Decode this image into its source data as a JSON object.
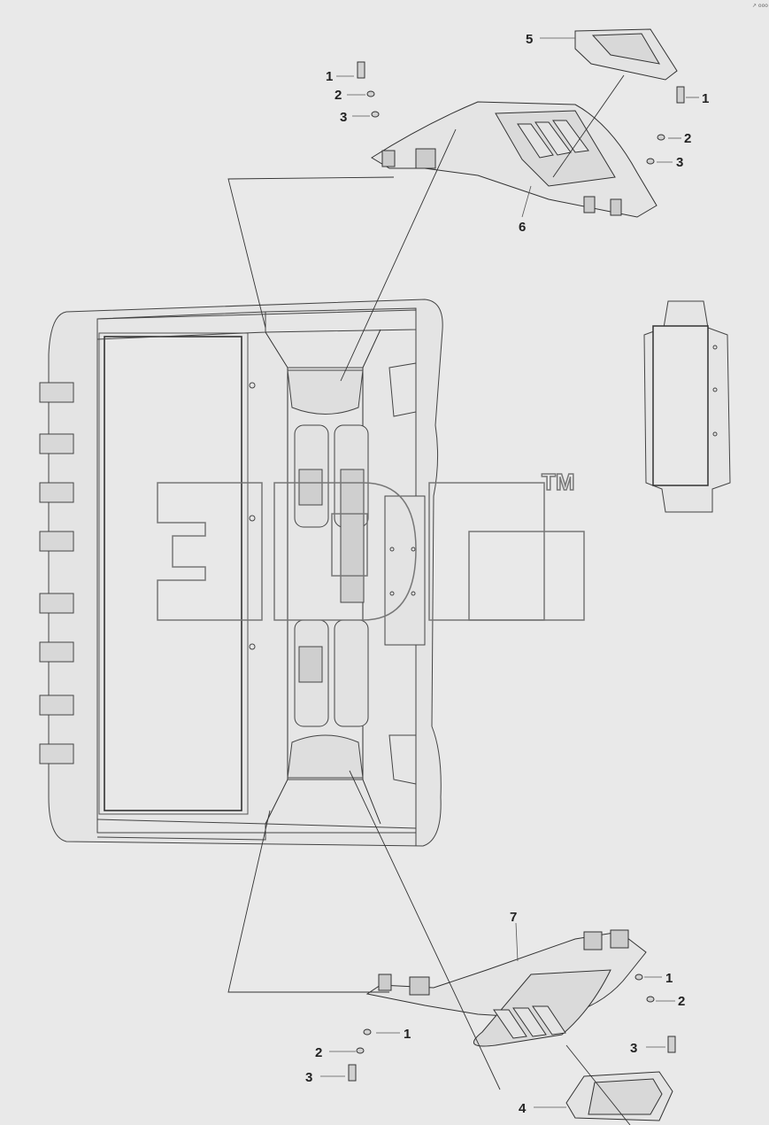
{
  "diagram": {
    "callouts": [
      {
        "id": "c1a",
        "text": "1"
      },
      {
        "id": "c2a",
        "text": "2"
      },
      {
        "id": "c3a",
        "text": "3"
      },
      {
        "id": "c5",
        "text": "5"
      },
      {
        "id": "c1b",
        "text": "1"
      },
      {
        "id": "c2b",
        "text": "2"
      },
      {
        "id": "c3b",
        "text": "3"
      },
      {
        "id": "c6",
        "text": "6"
      },
      {
        "id": "c7",
        "text": "7"
      },
      {
        "id": "c1c",
        "text": "1"
      },
      {
        "id": "c2c",
        "text": "2"
      },
      {
        "id": "c3c",
        "text": "3"
      },
      {
        "id": "c1d",
        "text": "1"
      },
      {
        "id": "c2d",
        "text": "2"
      },
      {
        "id": "c3d",
        "text": "3"
      },
      {
        "id": "c4",
        "text": "4"
      }
    ],
    "watermark": {
      "trademark": "TM"
    },
    "corner_mark": "↗ ooo"
  }
}
